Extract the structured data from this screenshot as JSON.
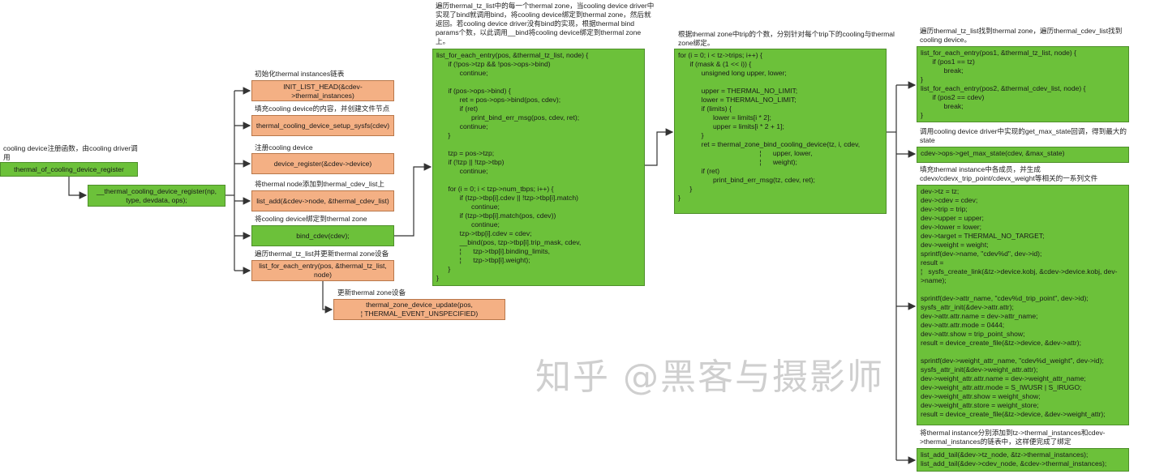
{
  "colors": {
    "call_box": "#6cc13a",
    "step_box": "#f4b084",
    "connector": "#333333"
  },
  "nodes": [
    {
      "id": "n0",
      "style": "green",
      "label": "cooling device注册函数，由cooling driver调用",
      "code": [
        "thermal_of_cooling_device_register"
      ]
    },
    {
      "id": "n1",
      "style": "green",
      "label": "",
      "code": [
        "__thermal_cooling_device_register(np,",
        "type, devdata, ops);"
      ]
    },
    {
      "id": "n2",
      "style": "orange",
      "label": "初始化thermal instances链表",
      "code": [
        "INIT_LIST_HEAD(&cdev->thermal_instances)"
      ]
    },
    {
      "id": "n3",
      "style": "orange",
      "label": "填充cooling device的内容，并创建文件节点",
      "code": [
        "thermal_cooling_device_setup_sysfs(cdev)"
      ]
    },
    {
      "id": "n4",
      "style": "orange",
      "label": "注册cooling device",
      "code": [
        "device_register(&cdev->device)"
      ]
    },
    {
      "id": "n5",
      "style": "orange",
      "label": "将thermal node添加到thermal_cdev_list上",
      "code": [
        "list_add(&cdev->node, &thermal_cdev_list)"
      ]
    },
    {
      "id": "n6",
      "style": "green",
      "label": "将cooling device绑定到thermal zone",
      "code": [
        "bind_cdev(cdev);"
      ]
    },
    {
      "id": "n7",
      "style": "orange",
      "label": "遍历thermal_tz_list并更新thermal zone设备",
      "code": [
        "list_for_each_entry(pos, &thermal_tz_list,",
        "node)"
      ]
    },
    {
      "id": "n8",
      "style": "orange",
      "label": "更新thermal zone设备",
      "code": [
        "thermal_zone_device_update(pos,",
        "¦ THERMAL_EVENT_UNSPECIFIED)"
      ]
    },
    {
      "id": "n9",
      "style": "green",
      "code_block": true,
      "label": "遍历thermal_tz_list中的每一个thermal zone，当cooling device driver中实现了bind就调用bind，将cooling device绑定到thermal zone，然后就返回。若cooling device driver没有bind的实现，根据thermal bind params个数，以此调用__bind将cooling device绑定到thermal zone上。",
      "code": [
        "list_for_each_entry(pos, &thermal_tz_list, node) {",
        "      if (!pos->tzp && !pos->ops->bind)",
        "            continue;",
        "",
        "      if (pos->ops->bind) {",
        "            ret = pos->ops->bind(pos, cdev);",
        "            if (ret)",
        "                  print_bind_err_msg(pos, cdev, ret);",
        "            continue;",
        "      }",
        "",
        "      tzp = pos->tzp;",
        "      if (!tzp || !tzp->tbp)",
        "            continue;",
        "",
        "      for (i = 0; i < tzp->num_tbps; i++) {",
        "            if (tzp->tbp[i].cdev || !tzp->tbp[i].match)",
        "                  continue;",
        "            if (tzp->tbp[i].match(pos, cdev))",
        "                  continue;",
        "            tzp->tbp[i].cdev = cdev;",
        "            __bind(pos, tzp->tbp[i].trip_mask, cdev,",
        "            ¦      tzp->tbp[i].binding_limits,",
        "            ¦      tzp->tbp[i].weight);",
        "      }",
        "}"
      ]
    },
    {
      "id": "n10",
      "style": "green",
      "code_block": true,
      "label": "根据thermal zone中trip的个数，分别针对每个trip下的cooling与thermal zone绑定。",
      "code": [
        "for (i = 0; i < tz->trips; i++) {",
        "      if (mask & (1 << i)) {",
        "            unsigned long upper, lower;",
        "",
        "            upper = THERMAL_NO_LIMIT;",
        "            lower = THERMAL_NO_LIMIT;",
        "            if (limits) {",
        "                  lower = limits[i * 2];",
        "                  upper = limits[i * 2 + 1];",
        "            }",
        "            ret = thermal_zone_bind_cooling_device(tz, i, cdev,",
        "                                          ¦      upper, lower,",
        "                                          ¦      weight);",
        "            if (ret)",
        "                  print_bind_err_msg(tz, cdev, ret);",
        "      }",
        "}"
      ]
    },
    {
      "id": "n11",
      "style": "green",
      "code_block": true,
      "label": "遍历thermal_tz_list找到thermal zone，遍历thermal_cdev_list找到cooling device。",
      "code": [
        "list_for_each_entry(pos1, &thermal_tz_list, node) {",
        "      if (pos1 == tz)",
        "            break;",
        "}",
        "list_for_each_entry(pos2, &thermal_cdev_list, node) {",
        "      if (pos2 == cdev)",
        "            break;",
        "}"
      ]
    },
    {
      "id": "n12",
      "style": "green",
      "code_block": true,
      "label": "调用cooling device driver中实现的get_max_state回调，得到最大的state",
      "code": [
        "cdev->ops->get_max_state(cdev, &max_state)"
      ]
    },
    {
      "id": "n13",
      "style": "green",
      "code_block": true,
      "label": "填充thermal instance中各成员，并生成cdevx/cdevx_trip_point/cdevx_weight等相关的一系列文件",
      "code": [
        "dev->tz = tz;",
        "dev->cdev = cdev;",
        "dev->trip = trip;",
        "dev->upper = upper;",
        "dev->lower = lower;",
        "dev->target = THERMAL_NO_TARGET;",
        "dev->weight = weight;",
        "sprintf(dev->name, \"cdev%d\", dev->id);",
        "result =",
        "¦   sysfs_create_link(&tz->device.kobj, &cdev->device.kobj, dev-",
        ">name);",
        "",
        "sprintf(dev->attr_name, \"cdev%d_trip_point\", dev->id);",
        "sysfs_attr_init(&dev->attr.attr);",
        "dev->attr.attr.name = dev->attr_name;",
        "dev->attr.attr.mode = 0444;",
        "dev->attr.show = trip_point_show;",
        "result = device_create_file(&tz->device, &dev->attr);",
        "",
        "sprintf(dev->weight_attr_name, \"cdev%d_weight\", dev->id);",
        "sysfs_attr_init(&dev->weight_attr.attr);",
        "dev->weight_attr.attr.name = dev->weight_attr_name;",
        "dev->weight_attr.attr.mode = S_IWUSR | S_IRUGO;",
        "dev->weight_attr.show = weight_show;",
        "dev->weight_attr.store = weight_store;",
        "result = device_create_file(&tz->device, &dev->weight_attr);"
      ]
    },
    {
      "id": "n14",
      "style": "green",
      "code_block": true,
      "label": "将thermal instance分别添加到tz->thermal_instances和cdev->thermal_instances的链表中，这样便完成了绑定",
      "code": [
        "list_add_tail(&dev->tz_node, &tz->thermal_instances);",
        "list_add_tail(&dev->cdev_node, &cdev->thermal_instances);"
      ]
    }
  ],
  "watermark": "知乎 @黑客与摄影师"
}
